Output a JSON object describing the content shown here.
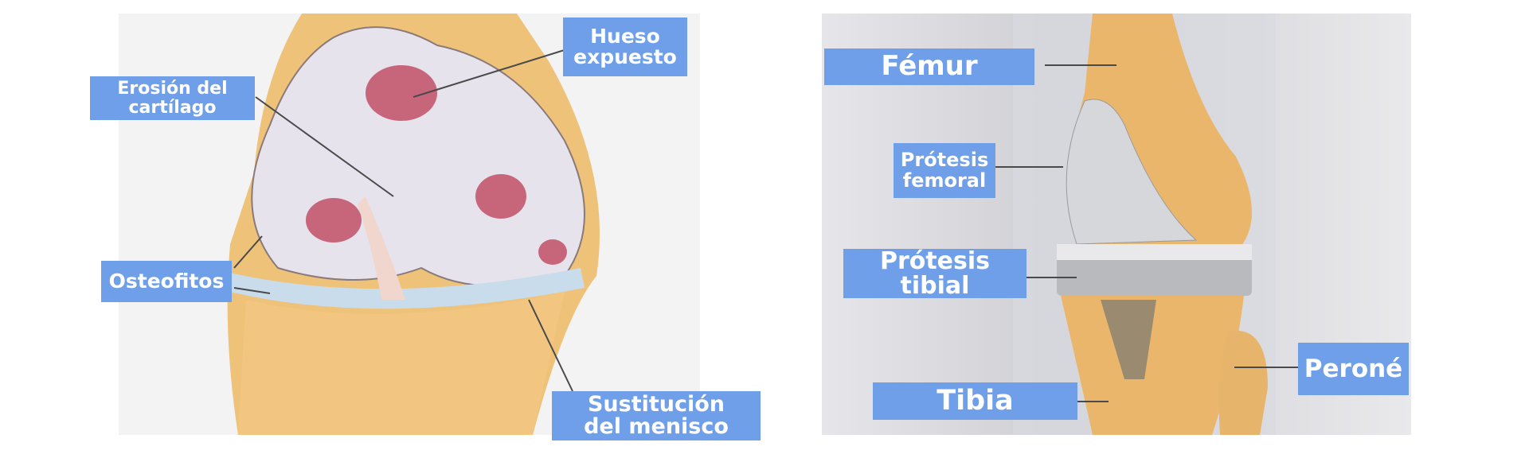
{
  "left_diagram": {
    "labels": {
      "exposed_bone": [
        "Hueso",
        "expuesto"
      ],
      "cartilage_erosion": [
        "Erosión del",
        "cartílago"
      ],
      "osteophytes": "Osteofitos",
      "meniscus_replacement": [
        "Sustitución",
        "del menisco"
      ]
    }
  },
  "right_diagram": {
    "labels": {
      "femur": "Fémur",
      "femoral_prosthesis": [
        "Prótesis",
        "femoral"
      ],
      "tibial_prosthesis": [
        "Prótesis",
        "tibial"
      ],
      "fibula": "Peroné",
      "tibia": "Tibia"
    }
  },
  "colors": {
    "label_bg": "#6f9fe9",
    "label_text": "#ffffff"
  }
}
